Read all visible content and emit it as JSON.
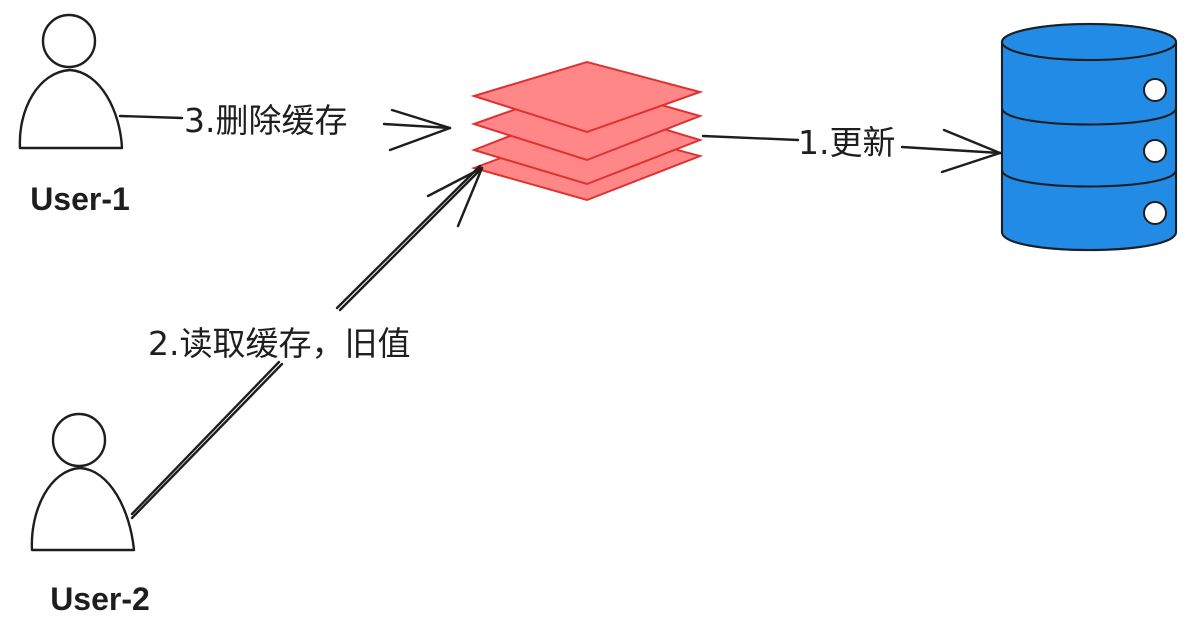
{
  "diagram": {
    "users": [
      {
        "id": "user1",
        "label": "User-1"
      },
      {
        "id": "user2",
        "label": "User-2"
      }
    ],
    "edges": [
      {
        "id": "update",
        "label": "1.更新"
      },
      {
        "id": "read",
        "label": "2.读取缓存，旧值"
      },
      {
        "id": "delete",
        "label": "3.删除缓存"
      }
    ],
    "colors": {
      "cache_fill": "#ff8787",
      "cache_stroke": "#e03131",
      "db_fill": "#228be6",
      "db_stroke": "#1971c2",
      "user_hatch": "#c8c8c8",
      "ink": "#1e1e1e"
    },
    "icons": {
      "cache": "stacked-layers-icon",
      "database": "database-icon",
      "user": "user-icon"
    }
  }
}
